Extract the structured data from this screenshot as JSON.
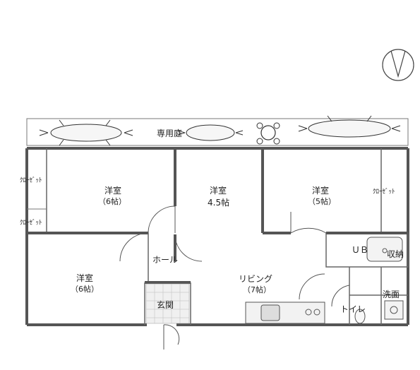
{
  "compass": {
    "icon": "north-compass-icon"
  },
  "garden": {
    "label": "専用庭"
  },
  "rooms": {
    "west_upper": {
      "name": "洋室",
      "size": "（6帖）"
    },
    "center": {
      "name": "洋室",
      "size": "4.5帖"
    },
    "east_upper": {
      "name": "洋室",
      "size": "（5帖）"
    },
    "west_lower": {
      "name": "洋室",
      "size": "（6帖）"
    },
    "living": {
      "name": "リビング",
      "size": "（7帖）"
    }
  },
  "labels": {
    "hall": "ホール",
    "entrance": "玄関",
    "unit_bath": "ＵＢ",
    "storage": "収納",
    "washroom": "洗面",
    "toilet": "トイレ"
  },
  "closets": {
    "left_upper": "ｸﾛｰｾﾞｯﾄ",
    "left_lower": "ｸﾛｰｾﾞｯﾄ",
    "right": "ｸﾛｰｾﾞｯﾄ"
  }
}
